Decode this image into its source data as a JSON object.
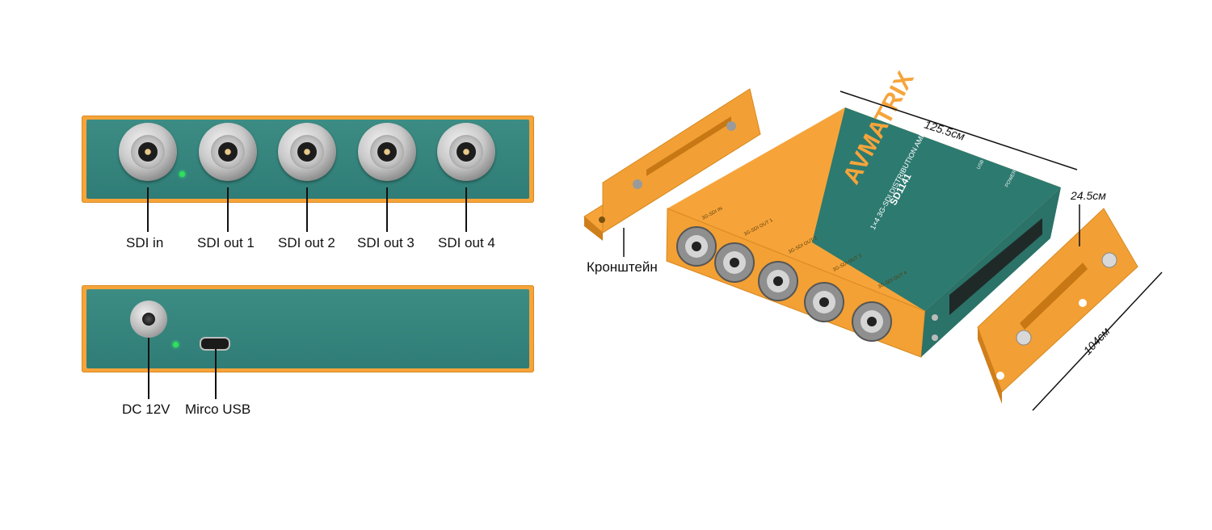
{
  "front_panel": {
    "labels": [
      "SDI in",
      "SDI out 1",
      "SDI out 2",
      "SDI out 3",
      "SDI out 4"
    ]
  },
  "rear_panel": {
    "labels": [
      "DC 12V",
      "Mirco USB"
    ]
  },
  "product": {
    "brand": "AVMATRIX",
    "model": "SD1141",
    "subtitle": "1×4 3G-SDI DISTRIBUTION AMPLIFIER",
    "port_labels": [
      "3G-SDI IN",
      "3G-SDI OUT 1",
      "3G-SDI OUT 2",
      "3G-SDI OUT 3",
      "3G-SDI OUT 4"
    ],
    "indicator_labels": [
      "USB",
      "POWER"
    ],
    "bracket_label": "Кронштейн"
  },
  "dimensions": {
    "length": "125.5см",
    "height": "24.5см",
    "width": "104см"
  },
  "colors": {
    "case_orange": "#f6a43a",
    "panel_teal": "#2f7d76",
    "led_green": "#2ee05a"
  }
}
